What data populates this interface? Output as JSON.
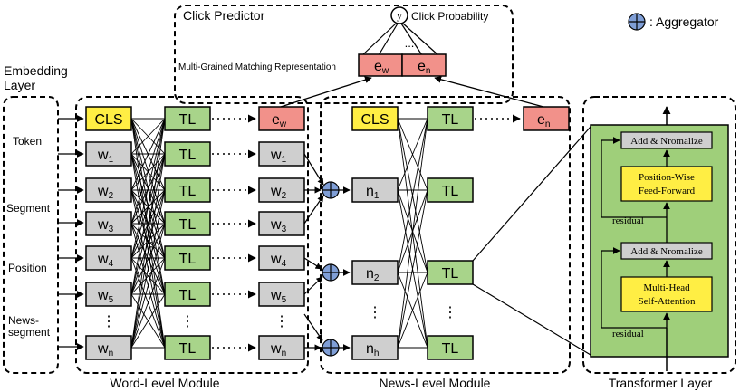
{
  "legend": {
    "aggregator_label": ": Aggregator"
  },
  "click_predictor": {
    "title": "Click Predictor",
    "output_symbol": "y",
    "output_label": "Click Probability",
    "dots": "...",
    "matching_label": "Multi-Grained Matching Representation",
    "ew_main": "e",
    "ew_sub": "w",
    "en_main": "e",
    "en_sub": "n"
  },
  "embedding_layer": {
    "title_line1": "Embedding",
    "title_line2": "Layer",
    "inputs": [
      "Token",
      "Segment",
      "Position",
      "News-",
      "segment"
    ]
  },
  "word_level": {
    "label": "Word-Level Module",
    "cls": "CLS",
    "tokens": [
      {
        "main": "w",
        "sub": "1"
      },
      {
        "main": "w",
        "sub": "2"
      },
      {
        "main": "w",
        "sub": "3"
      },
      {
        "main": "w",
        "sub": "4"
      },
      {
        "main": "w",
        "sub": "5"
      },
      {
        "main": "w",
        "sub": "n"
      }
    ],
    "tl": "TL",
    "vdots": "⋮",
    "out_ew_main": "e",
    "out_ew_sub": "w"
  },
  "news_level": {
    "label": "News-Level Module",
    "cls": "CLS",
    "news": [
      {
        "main": "n",
        "sub": "1"
      },
      {
        "main": "n",
        "sub": "2"
      },
      {
        "main": "n",
        "sub": "h"
      }
    ],
    "tl": "TL",
    "out_en_main": "e",
    "out_en_sub": "n"
  },
  "transformer_layer": {
    "label": "Transformer Layer",
    "add_norm": "Add & Nromalize",
    "ffn_line1": "Position-Wise",
    "ffn_line2": "Feed-Forward",
    "mha_line1": "Multi-Head",
    "mha_line2": "Self-Attention",
    "residual": "residual"
  },
  "colors": {
    "yellow": "#ffee44",
    "green": "#a8d48a",
    "pink": "#f2918a",
    "gray": "#cfcfcf",
    "panel_green": "#9fcf7a",
    "aggregator": "#7f9ed6"
  }
}
